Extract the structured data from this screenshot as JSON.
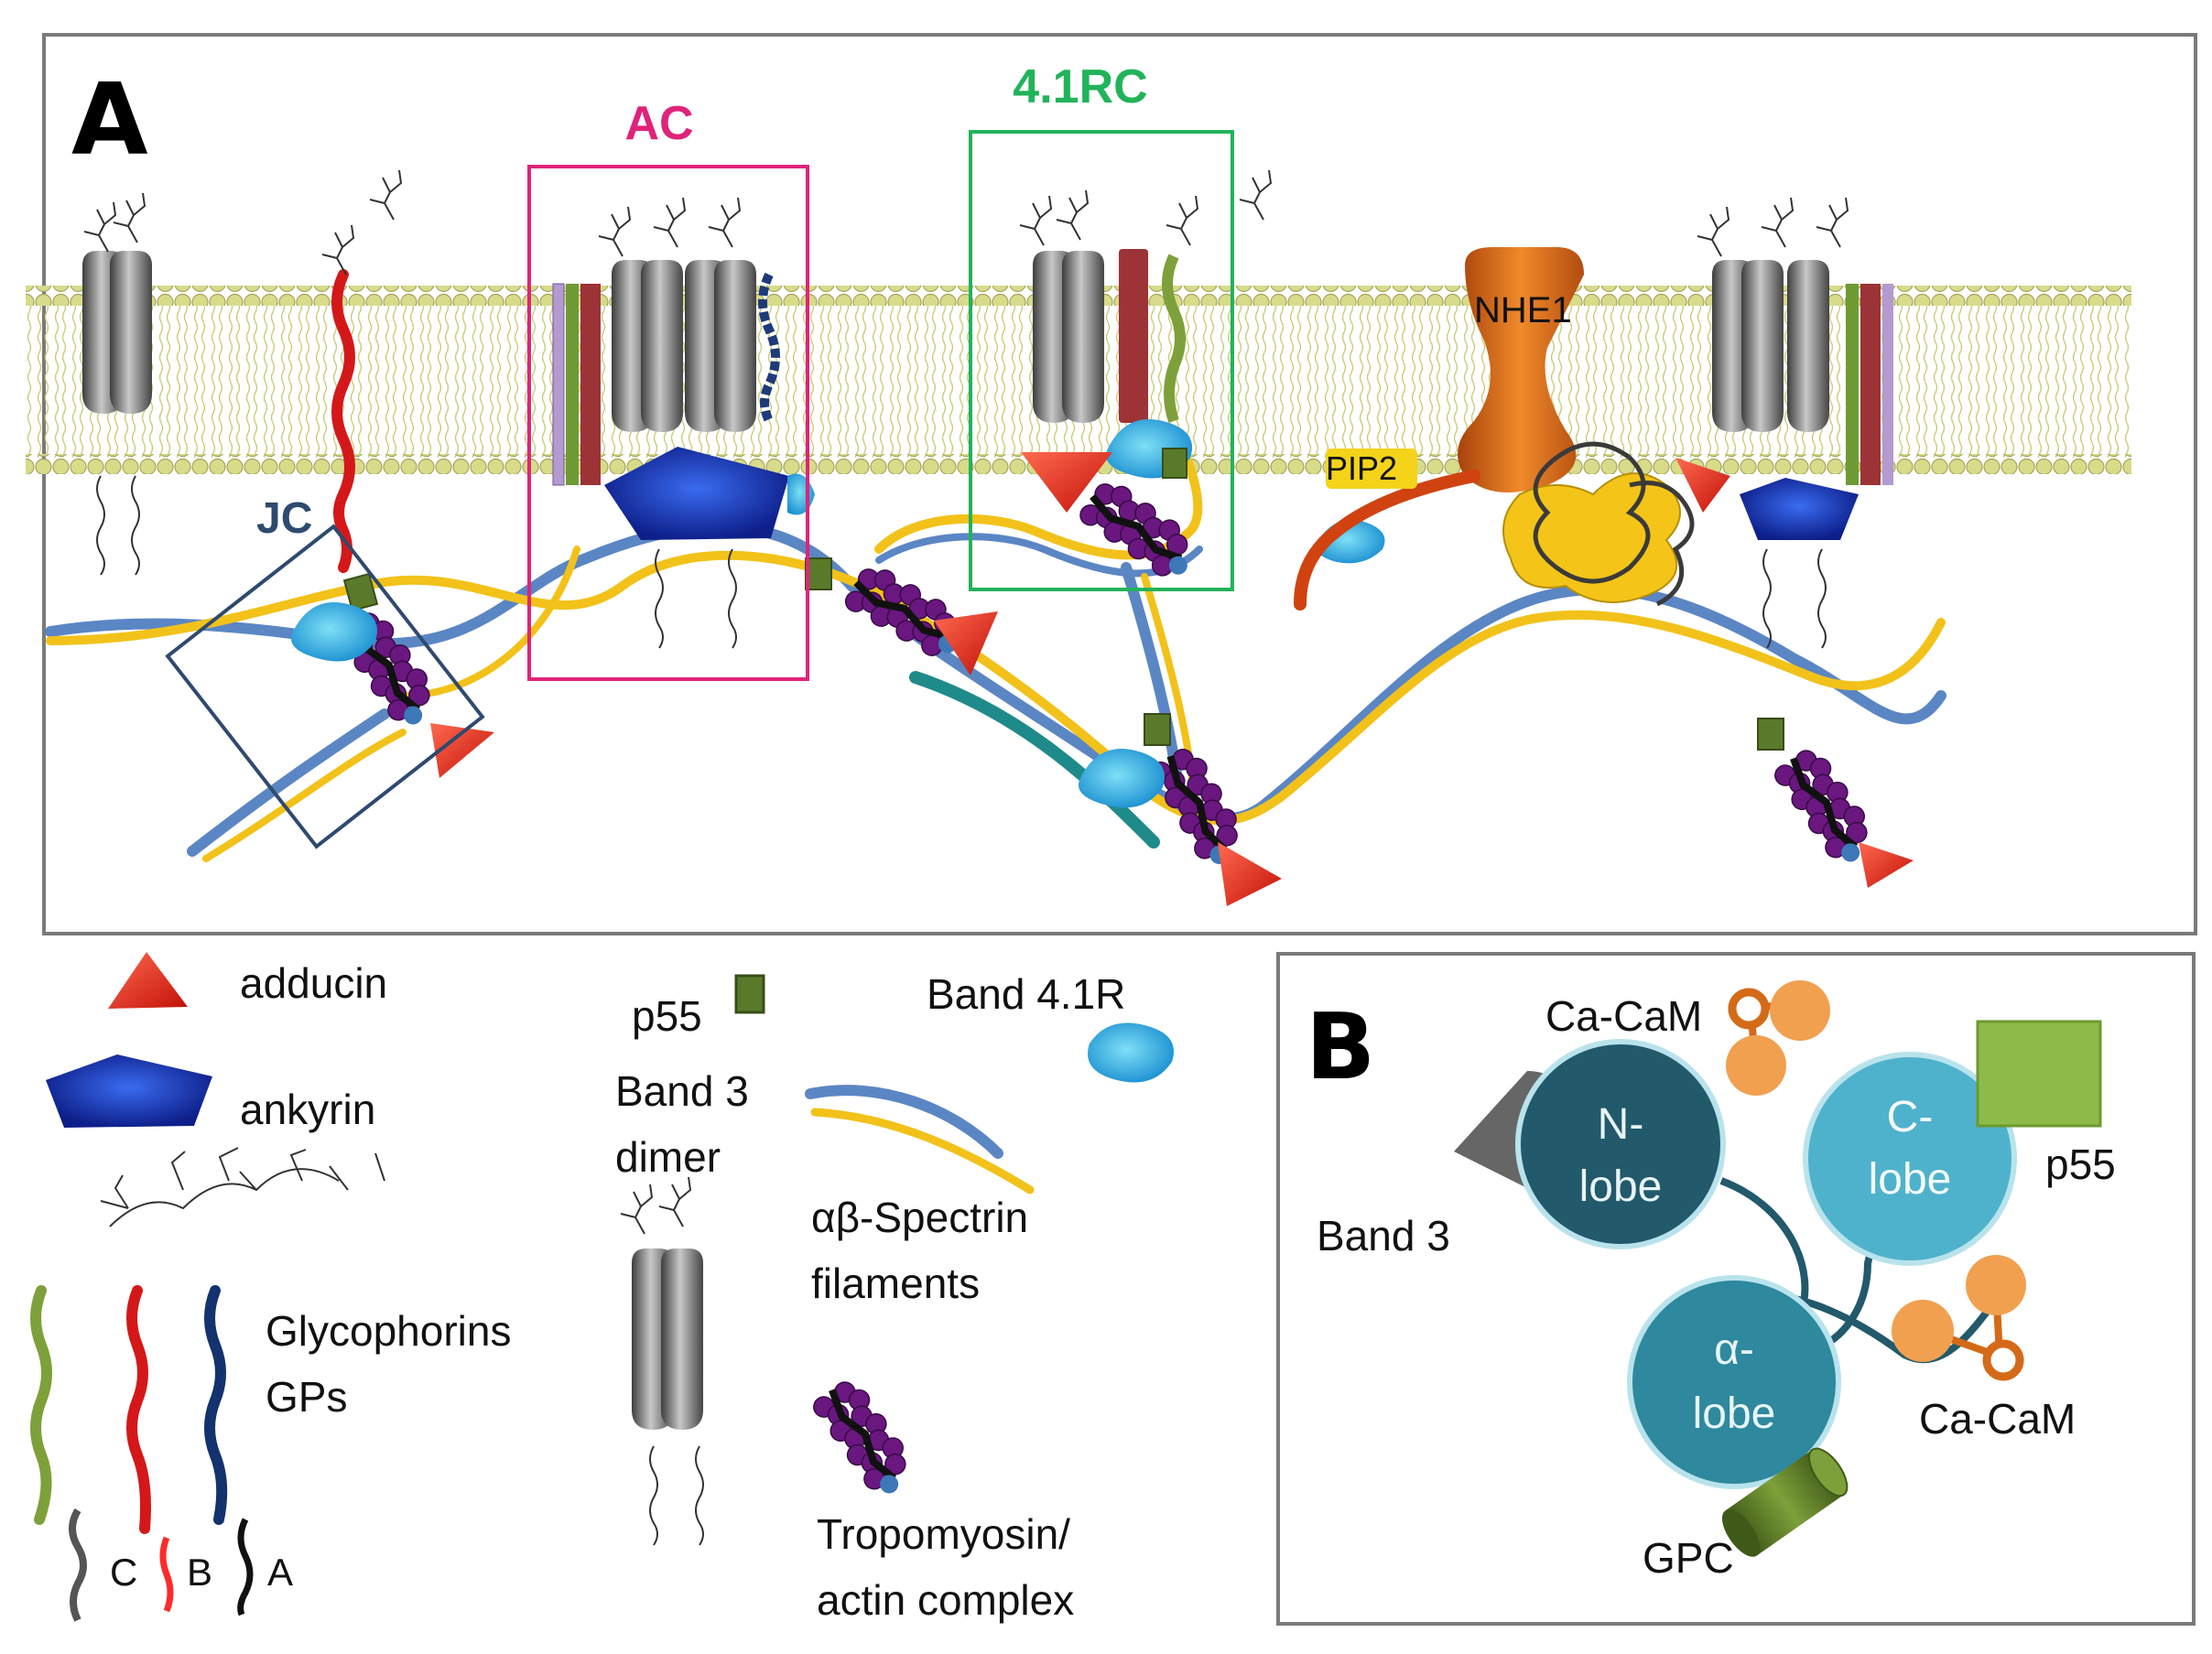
{
  "panel_a": {
    "letter": "A",
    "boxes": {
      "ac": "AC",
      "rc": "4.1RC",
      "jc": "JC"
    },
    "labels": {
      "nhe1": "NHE1",
      "pip2": "PIP2"
    }
  },
  "legend": {
    "adducin": "adducin",
    "ankyrin": "ankyrin",
    "p55": "p55",
    "band41r": "Band 4.1R",
    "band3_line1": "Band 3",
    "band3_line2": "dimer",
    "spectrin_line1": "αβ-Spectrin",
    "spectrin_line2": "filaments",
    "glyco_line1": "Glycophorins",
    "glyco_line2": "GPs",
    "gp_c": "C",
    "gp_b": "B",
    "gp_a": "A",
    "tropo_line1": "Tropomyosin/",
    "tropo_line2": "actin complex"
  },
  "panel_b": {
    "letter": "B",
    "ca_cam_top": "Ca-CaM",
    "ca_cam_bottom": "Ca-CaM",
    "n_lobe_1": "N-",
    "n_lobe_2": "lobe",
    "c_lobe_1": "C-",
    "c_lobe_2": "lobe",
    "alpha_lobe_1": "α-",
    "alpha_lobe_2": "lobe",
    "band3": "Band 3",
    "p55": "p55",
    "gpc": "GPC"
  },
  "colors": {
    "ac_box": "#e0237a",
    "rc_box": "#22b35a",
    "jc_box": "#2e4a6e",
    "adducin": "#e8281e",
    "ankyrin": "#1530b0",
    "band41r": "#35b6e6",
    "p55": "#5a7a2a",
    "spectrin_yellow": "#f2c21a",
    "spectrin_blue": "#5b86c4",
    "tropo": "#6a1780",
    "nhe1": "#d9661a",
    "membrane": "#c9cc7a",
    "lobe_n": "#22596b",
    "lobe_c": "#4fb2cc",
    "lobe_alpha": "#2e889e",
    "cacam": "#f1a050",
    "gpc": "#5c7a2a",
    "band3_b": "#666666",
    "p55_b": "#8dbb4a"
  }
}
